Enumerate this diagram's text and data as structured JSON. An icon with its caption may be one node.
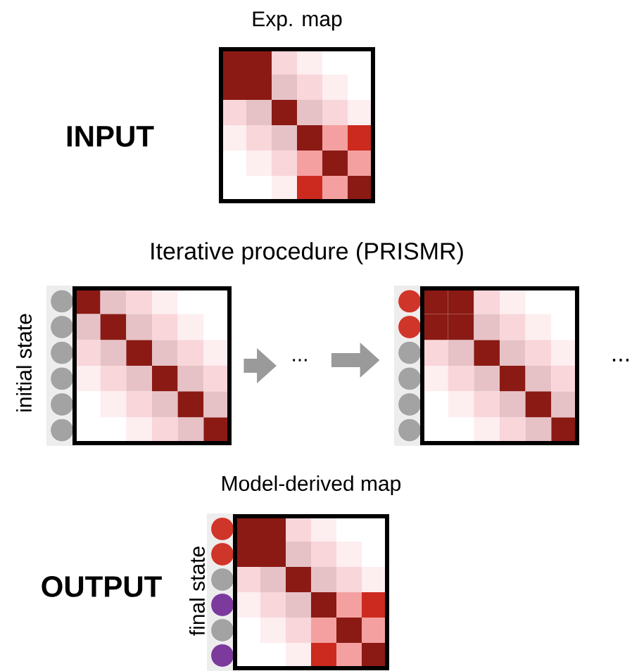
{
  "diagram": {
    "nodes": [
      {
        "text": [
          "Exp. map"
        ]
      },
      {
        "text": [],
        "shape": "picture",
        "beside": [
          "initial state"
        ]
      },
      {
        "text": [
          "..."
        ]
      },
      {
        "text": [],
        "shape": "picture"
      },
      {
        "text": [
          "Model-derived map"
        ],
        "beside": [
          "final state"
        ]
      }
    ],
    "edges": [
      {
        "from": 1,
        "to": 2,
        "arrow": "to"
      },
      {
        "from": 2,
        "to": 3,
        "arrow": "to"
      }
    ],
    "labels": [
      "INPUT",
      "Iterative procedure (PRISMR)",
      "...",
      "OUTPUT"
    ]
  }
}
